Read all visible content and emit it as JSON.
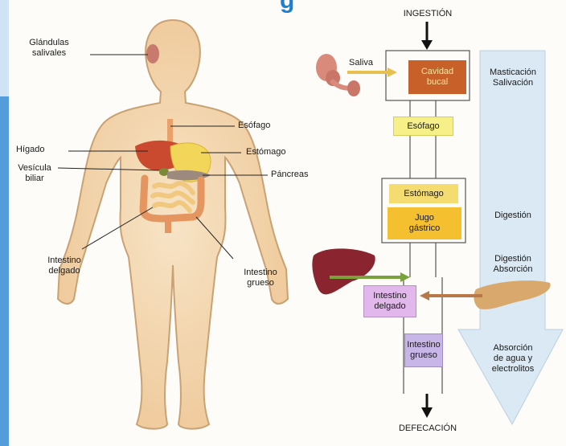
{
  "title_fragment": "g",
  "body_labels": {
    "glandulas": "Glándulas\nsalivales",
    "higado": "Hígado",
    "vesicula": "Vesícula\nbiliar",
    "esofago": "Esófago",
    "estomago": "Estómago",
    "pancreas": "Páncreas",
    "intestino_delgado": "Intestino\ndelgado",
    "intestino_grueso": "Intestino\ngrueso"
  },
  "flow": {
    "ingestion": "INGESTIÓN",
    "defecacion": "DEFECACIÓN",
    "saliva": "Saliva",
    "cavidad_bucal": "Cavidad\nbucal",
    "esofago": "Esófago",
    "estomago": "Estómago",
    "jugo_gastrico": "Jugo\ngástrico",
    "intestino_delgado": "Intestino\ndelgado",
    "intestino_grueso": "Intestino\ngrueso"
  },
  "processes": {
    "masticacion": "Masticación\nSalivación",
    "digestion": "Digestión",
    "digestion_absorcion": "Digestión\nAbsorción",
    "absorcion_agua": "Absorción\nde agua y\nelectrolitos"
  },
  "colors": {
    "skin": "#f3d3a6",
    "skin_edge": "#c9a274",
    "cavity": "#c8602a",
    "esophagus_box": "#f7ef88",
    "stomach_box": "#f5c030",
    "small_intestine_box": "#e2b8ec",
    "large_intestine_box": "#c8b6e8",
    "process_arrow": "#dbe9f4",
    "liver": "#8a2530",
    "pancreas": "#d9a86c",
    "accent_blue": "#1e7fd0"
  }
}
